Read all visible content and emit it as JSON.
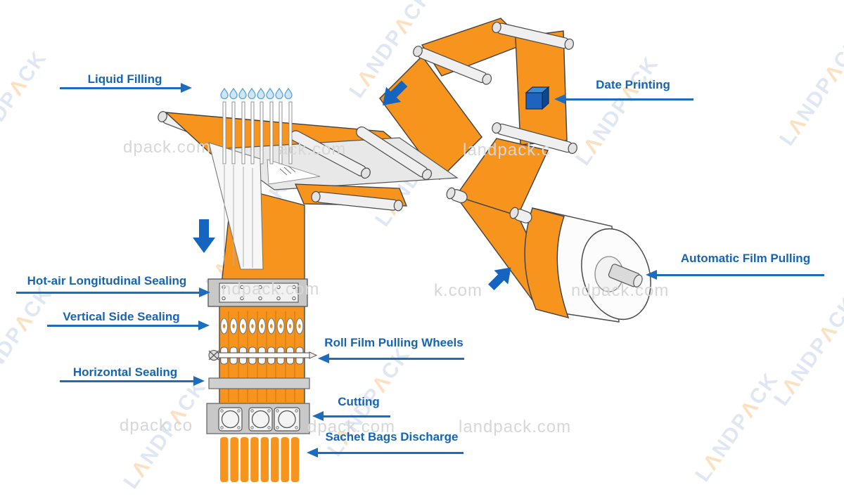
{
  "colors": {
    "film_orange": "#F7941E",
    "film_divider": "#DD7F12",
    "label_blue": "#1664B2",
    "arrow_blue": "#1C6DC0",
    "machine_arrow_blue": "#1565C0",
    "cube_front": "#1E64BE",
    "roller_gray": "#EFEFEF",
    "block_gray": "#C8C8C8"
  },
  "labels": [
    {
      "id": "liquid-filling",
      "text": "Liquid Filling"
    },
    {
      "id": "date-printing",
      "text": "Date Printing"
    },
    {
      "id": "automatic-film-pulling",
      "text": "Automatic Film Pulling"
    },
    {
      "id": "hot-air-longitudinal-sealing",
      "text": "Hot-air Longitudinal Sealing"
    },
    {
      "id": "vertical-side-sealing",
      "text": "Vertical Side Sealing"
    },
    {
      "id": "horizontal-sealing",
      "text": "Horizontal Sealing"
    },
    {
      "id": "roll-film-pulling-wheels",
      "text": "Roll Film Pulling Wheels"
    },
    {
      "id": "cutting",
      "text": "Cutting"
    },
    {
      "id": "sachet-bags-discharge",
      "text": "Sachet Bags Discharge"
    }
  ],
  "watermarks": {
    "brand": {
      "p1": "L",
      "a1": "Λ",
      "p2": "NDP",
      "a2": "Λ",
      "p3": "CK"
    },
    "site_fragments": [
      "dpack.com",
      "ack.com",
      "landpack.c",
      "ndpack.com",
      "k.com",
      "ndpack.com",
      "dpack.co",
      "dpack.com",
      "landpack.com"
    ]
  }
}
